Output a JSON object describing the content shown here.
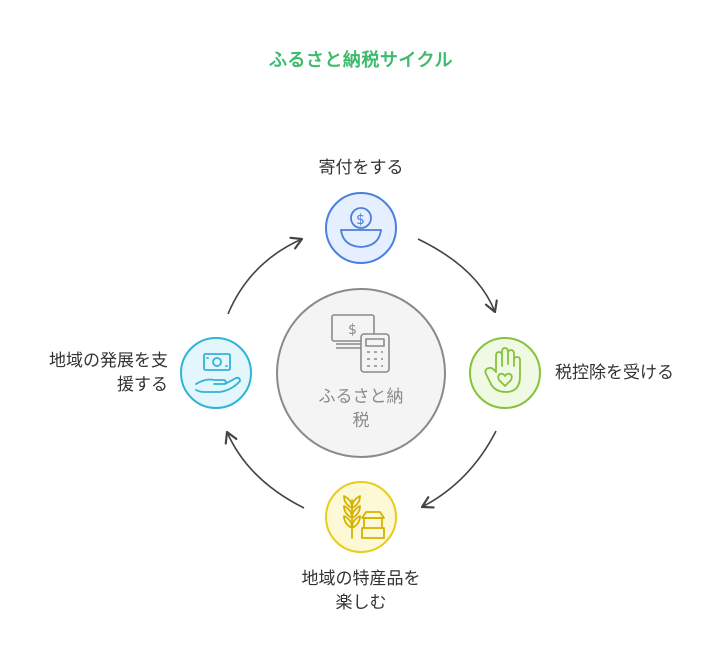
{
  "title": "ふるさと納税サイクル",
  "center": {
    "line1": "ふるさと納",
    "line2": "税",
    "icon": "money-calculator-icon"
  },
  "nodes": {
    "top": {
      "label": "寄付をする",
      "icon": "coin-bowl-icon",
      "color": "#4a7fe0",
      "fill": "#e6efff"
    },
    "right": {
      "label": "税控除を受ける",
      "icon": "hand-heart-icon",
      "color": "#86c23a",
      "fill": "#f0f9e3"
    },
    "bottom": {
      "label_line1": "地域の特産品を",
      "label_line2": "楽しむ",
      "icon": "wheat-shop-icon",
      "color": "#e8cc1c",
      "fill": "#fdf8d6"
    },
    "left": {
      "label_line1": "地域の発展を支",
      "label_line2": "援する",
      "icon": "cash-hand-icon",
      "color": "#2fb4d8",
      "fill": "#e3f6fc"
    }
  }
}
